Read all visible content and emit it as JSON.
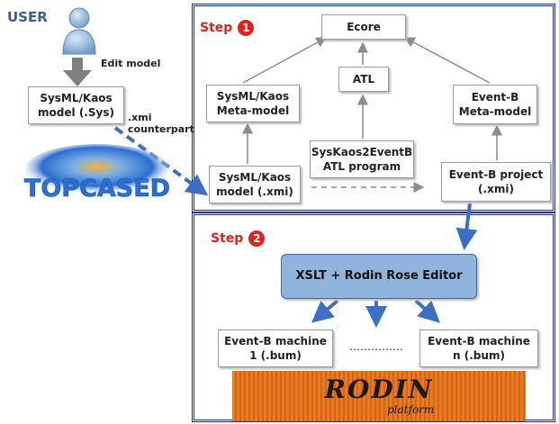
{
  "user": {
    "label": "USER",
    "edit_label": "Edit model"
  },
  "xmi_note": ".xmi\ncounterpart",
  "topcased": {
    "logo_text": "TOPCASED"
  },
  "sysml_sys": "SysML/Kaos\nmodel (.Sys)",
  "step1": {
    "label": "Step",
    "number": "1"
  },
  "step2": {
    "label": "Step",
    "number": "2"
  },
  "ecore": "Ecore",
  "atl": "ATL",
  "sysml_meta": "SysML/Kaos\nMeta-model",
  "eventb_meta": "Event-B\nMeta-model",
  "transform": "SysKaos2EventB\nATL program",
  "sysml_xmi": "SysML/Kaos\nmodel (.xmi)",
  "eventb_project": "Event-B  project\n(.xmi)",
  "xslt": "XSLT + Rodin Rose Editor",
  "machine1": "Event-B   machine\n1 (.bum)",
  "machine_n": "Event-B   machine\nn (.bum)",
  "dots": "……………",
  "rodin": {
    "logo_text": "RODIN",
    "sub_text": "platform"
  },
  "colors": {
    "frame": "#1f2d8a",
    "step": "#e0231b",
    "arrow_blue": "#3a6fc4",
    "xslt_fill": "#8fb4de",
    "rodin_orange": "#e87b1e"
  }
}
